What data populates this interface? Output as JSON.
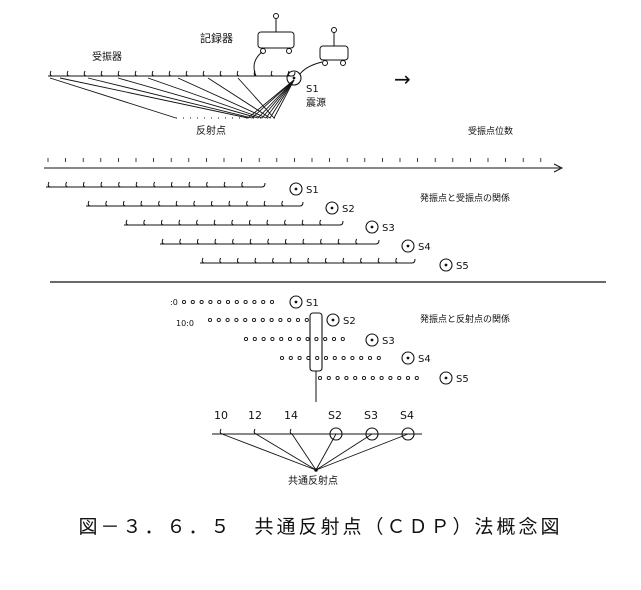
{
  "top": {
    "recorder_label": "記録器",
    "receiver_label": "受振器",
    "shot_label": "S1",
    "source_label": "震源",
    "reflection_label": "反射点",
    "arrow": "→"
  },
  "middle": {
    "trace_number_label": "受振点位数",
    "relation_label": "発振点と受振点の関係",
    "shots": [
      "S1",
      "S2",
      "S3",
      "S4",
      "S5"
    ]
  },
  "lower": {
    "relation_label": "発振点と反射点の関係",
    "shots": [
      "S1",
      "S2",
      "S3",
      "S4",
      "S5"
    ],
    "row_prefix_1": ":0",
    "row_prefix_2": "10:0"
  },
  "bottom": {
    "top_labels": [
      "10",
      "12",
      "14",
      "S2",
      "S3",
      "S4"
    ],
    "common_point_label": "共通反射点"
  },
  "caption": "図－３．６．５　共通反射点（ＣＤＰ）法概念図"
}
